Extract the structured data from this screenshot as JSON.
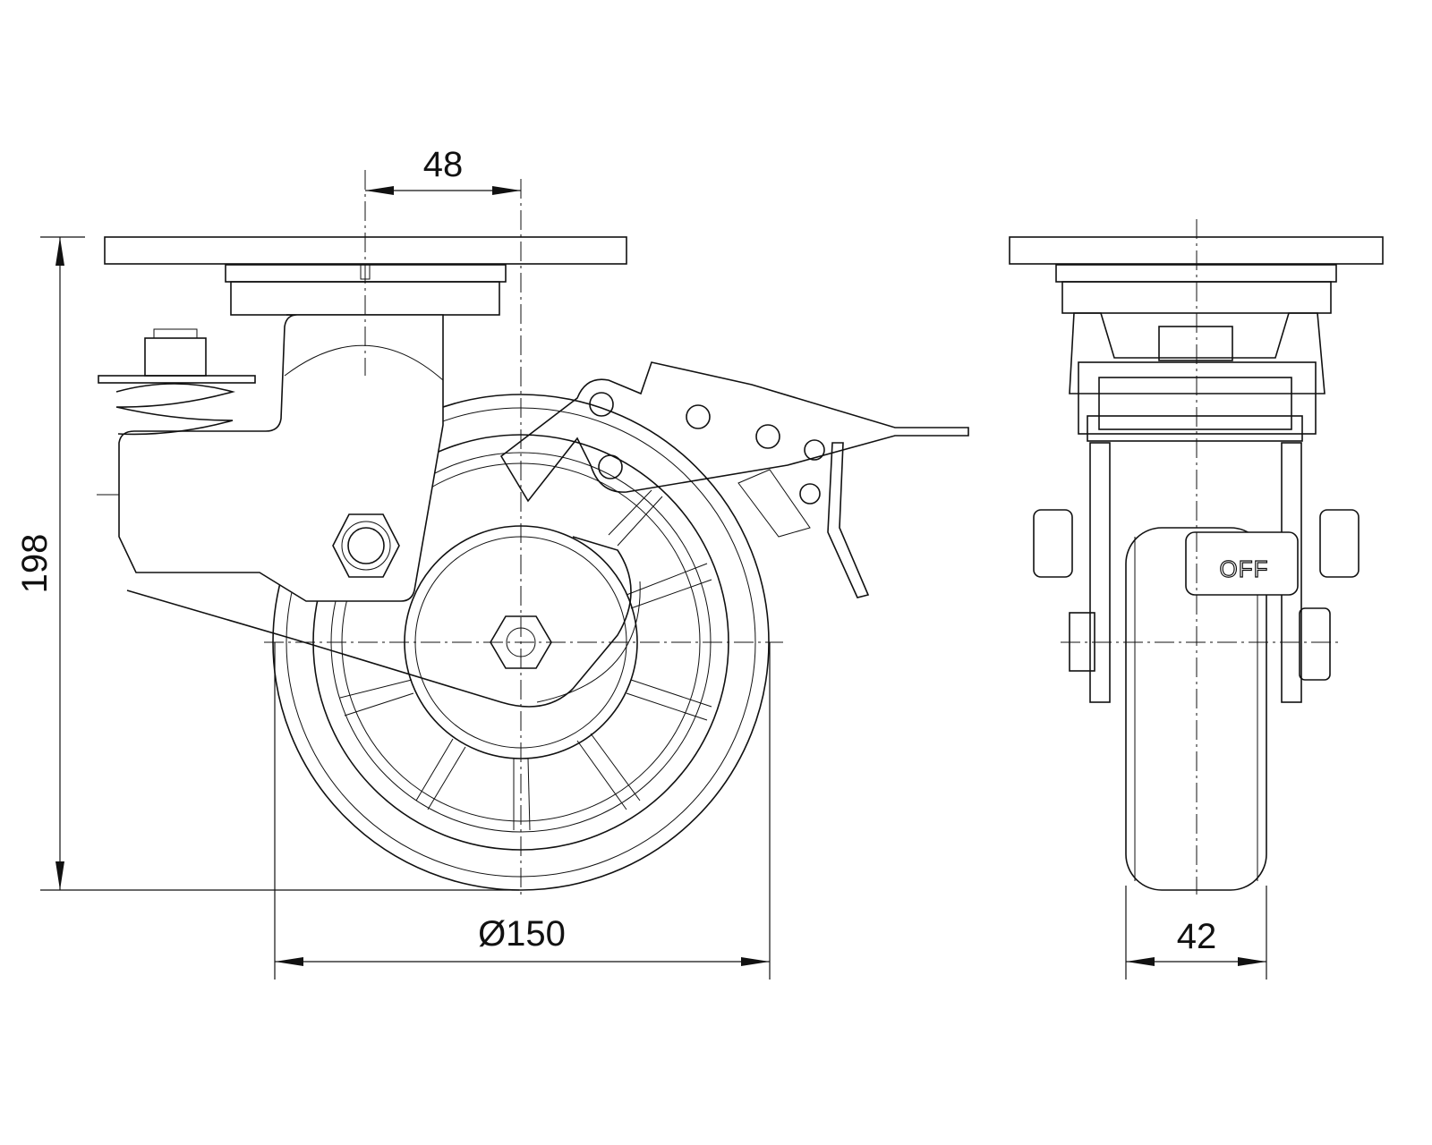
{
  "dimensions": {
    "offset": "48",
    "height": "198",
    "diameter": "Ø150",
    "width": "42"
  },
  "labels": {
    "brake_state": "OFF"
  }
}
